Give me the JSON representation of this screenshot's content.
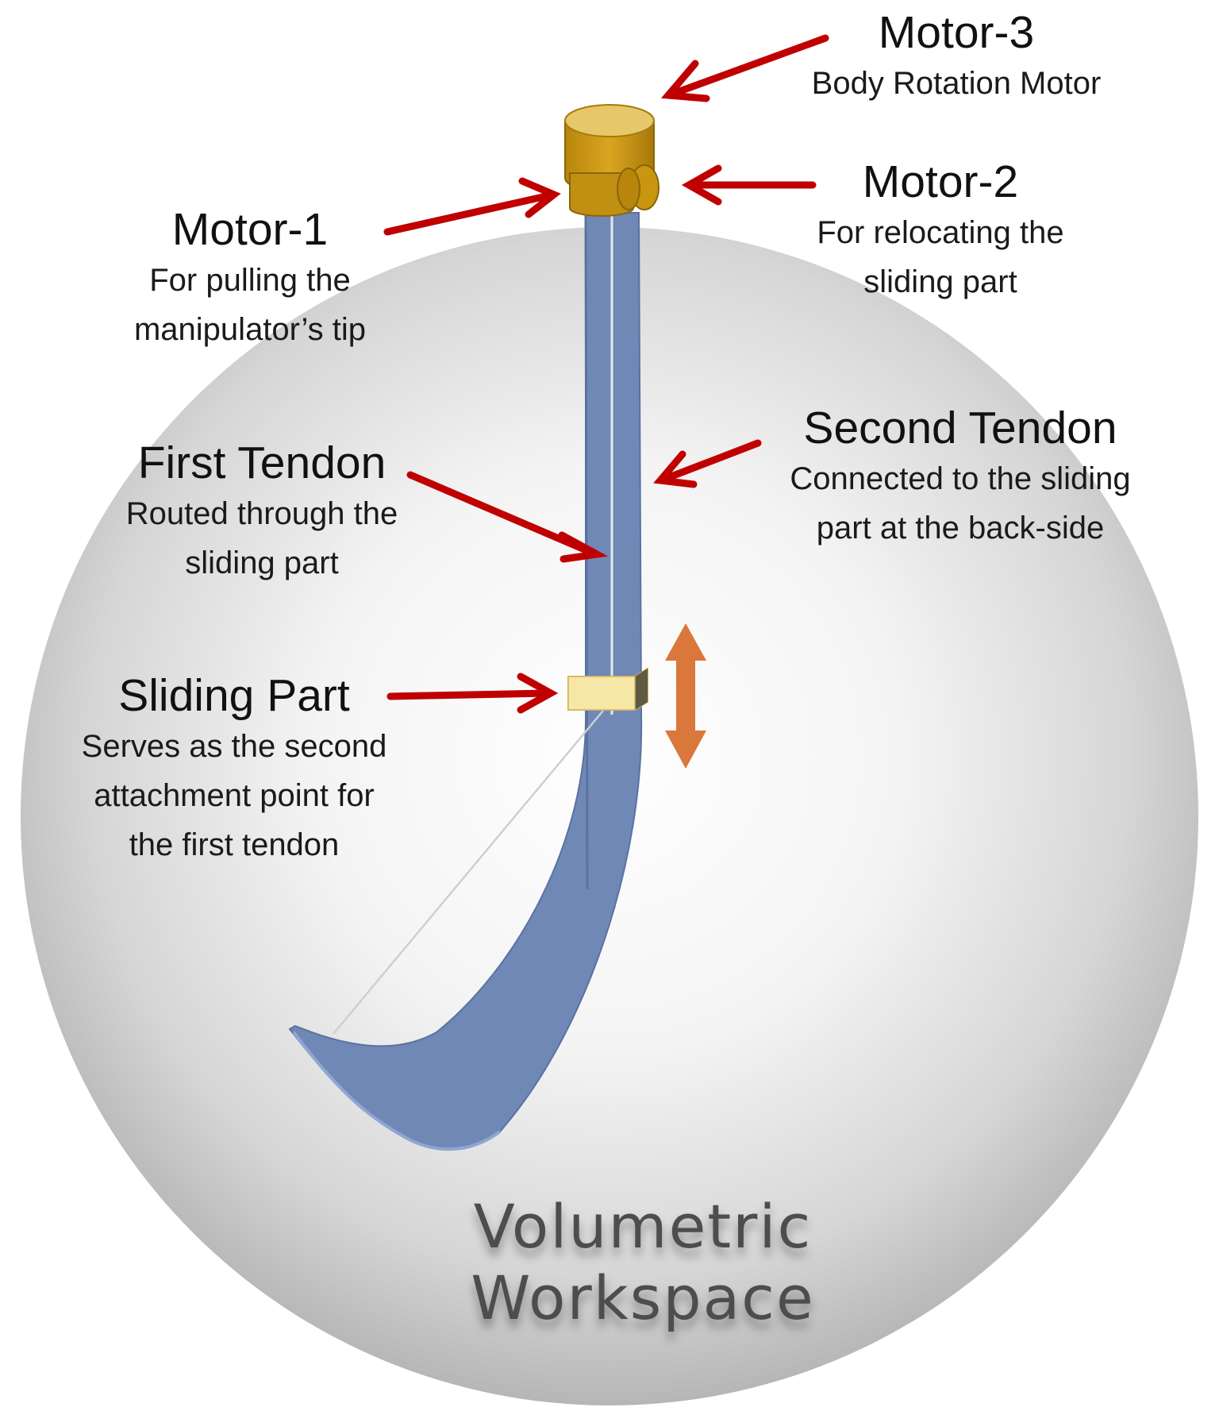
{
  "labels": {
    "motor3": {
      "title": "Motor-3",
      "desc": [
        "Body Rotation Motor"
      ]
    },
    "motor2": {
      "title": "Motor-2",
      "desc": [
        "For relocating the",
        "sliding part"
      ]
    },
    "motor1": {
      "title": "Motor-1",
      "desc": [
        "For pulling the",
        "manipulator’s tip"
      ]
    },
    "second_tendon": {
      "title": "Second Tendon",
      "desc": [
        "Connected to the sliding",
        "part at the back-side"
      ]
    },
    "first_tendon": {
      "title": "First Tendon",
      "desc": [
        "Routed through the",
        "sliding part"
      ]
    },
    "sliding_part": {
      "title": "Sliding Part",
      "desc": [
        "Serves as the second",
        "attachment point for",
        "the first tendon"
      ]
    }
  },
  "workspace": {
    "lines": [
      "Volumetric",
      "Workspace"
    ]
  },
  "colors": {
    "arrow": "#c00000",
    "manipulator": "#6f87b4",
    "motor": "#c99517",
    "slider": "#f5e39a",
    "double_arrow": "#d97a3a",
    "sphere_center": "#ffffff",
    "sphere_edge": "#b9b9b9"
  }
}
